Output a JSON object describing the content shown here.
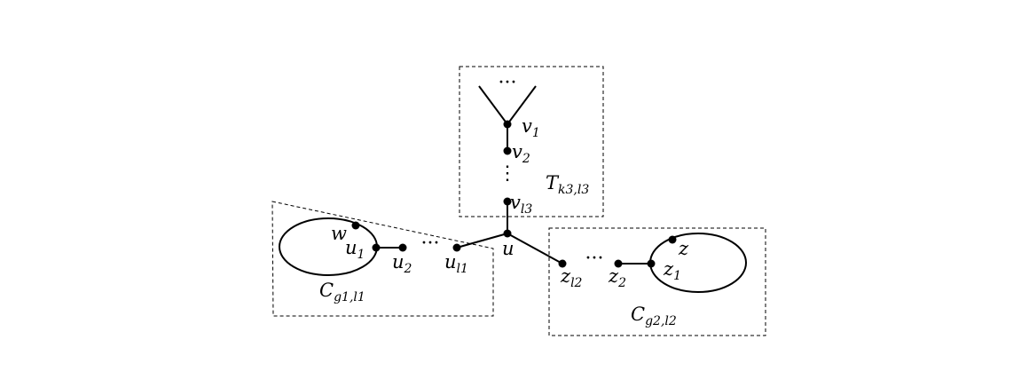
{
  "diagram": {
    "labels": {
      "v1": {
        "base": "v",
        "sub": "1"
      },
      "v2": {
        "base": "v",
        "sub": "2"
      },
      "vl3": {
        "base": "v",
        "sub": "l3"
      },
      "T": {
        "base": "T",
        "sub": "k3,l3"
      },
      "u": {
        "base": "u",
        "sub": ""
      },
      "w": {
        "base": "w",
        "sub": ""
      },
      "u1": {
        "base": "u",
        "sub": "1"
      },
      "u2": {
        "base": "u",
        "sub": "2"
      },
      "ul1": {
        "base": "u",
        "sub": "l1"
      },
      "Cg1": {
        "base": "C",
        "sub": "g1,l1"
      },
      "zl2": {
        "base": "z",
        "sub": "l2"
      },
      "z2": {
        "base": "z",
        "sub": "2"
      },
      "z": {
        "base": "z",
        "sub": ""
      },
      "z1": {
        "base": "z",
        "sub": "1"
      },
      "Cg2": {
        "base": "C",
        "sub": "g2,l2"
      }
    },
    "ellipsis": "···",
    "vdots": "⋮"
  }
}
